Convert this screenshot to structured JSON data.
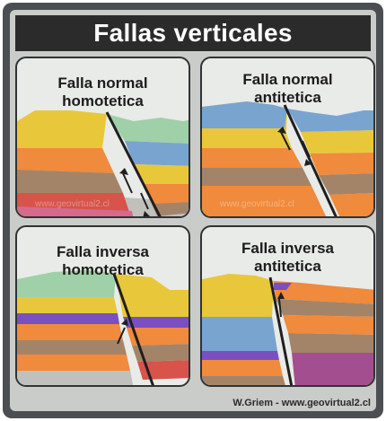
{
  "title": "Fallas verticales",
  "panels": [
    {
      "line1": "Falla normal",
      "line2": "homotetica",
      "watermark": "www.geovirtual2.cl"
    },
    {
      "line1": "Falla normal",
      "line2": "antitetica",
      "watermark": "www.geovirtual2.cl"
    },
    {
      "line1": "Falla inversa",
      "line2": "homotetica",
      "watermark": ""
    },
    {
      "line1": "Falla inversa",
      "line2": "antitetica",
      "watermark": ""
    }
  ],
  "credit": "W.Griem - www.geovirtual2.cl",
  "colors": {
    "frame": "#4b4f52",
    "board": "#c9ccc8",
    "title_bar": "#2b2b2b",
    "sky": "#e9ebe8",
    "yellow": "#e8c83a",
    "orange": "#f08a3c",
    "green": "#9fd0a8",
    "blue": "#7aa4d0",
    "brown": "#a48468",
    "red": "#d8534a",
    "pink": "#d56a8c",
    "purple": "#7a4fbf",
    "magenta": "#a34e8e",
    "fault": "#1f1f1f"
  }
}
